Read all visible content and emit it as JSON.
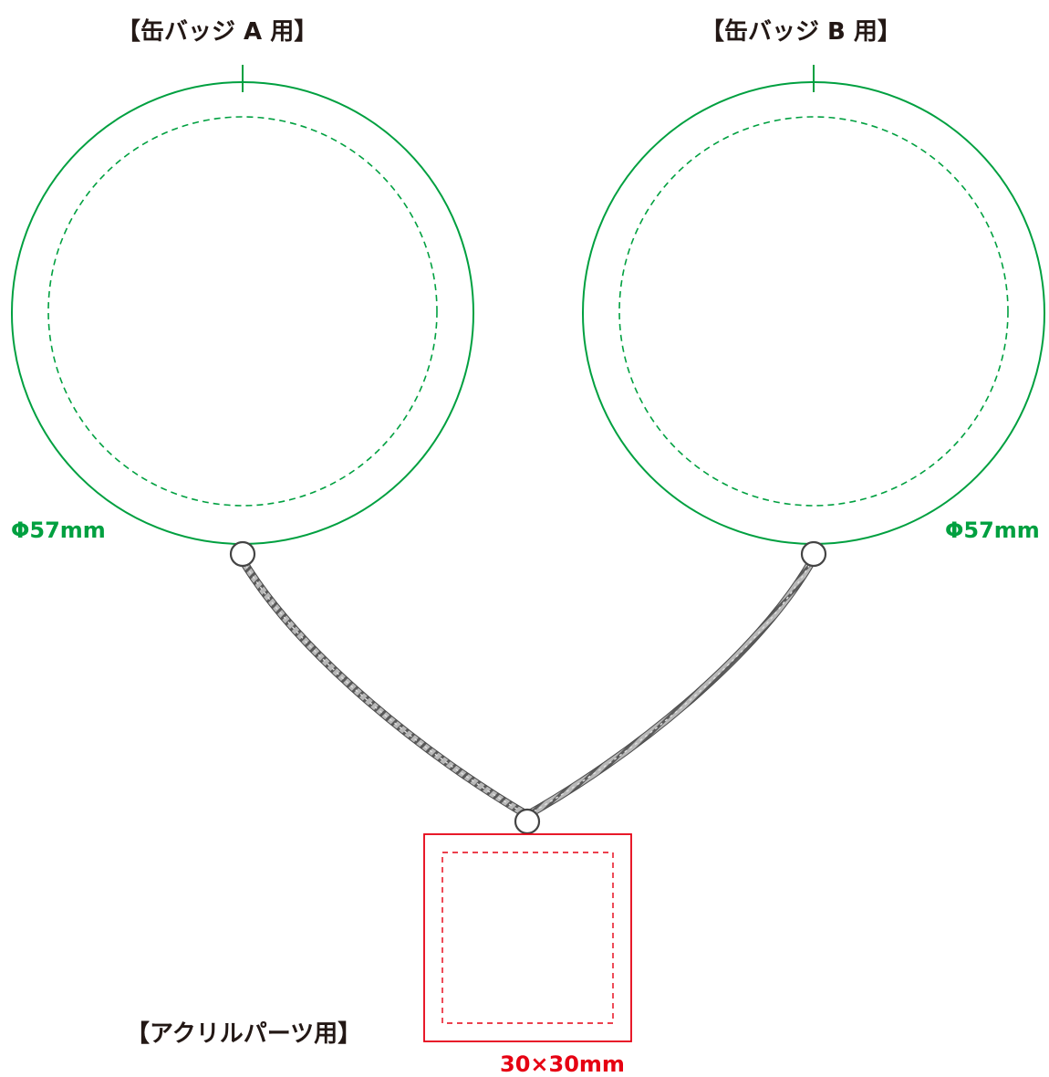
{
  "badge_a": {
    "title": "【缶バッジ A 用】",
    "dimension": "Φ57mm"
  },
  "badge_b": {
    "title": "【缶バッジ B 用】",
    "dimension": "Φ57mm"
  },
  "acrylic": {
    "title": "【アクリルパーツ用】",
    "dimension": "30×30mm"
  },
  "colors": {
    "badge_outline": "#00a040",
    "acrylic_outline": "#e60012",
    "chain": "#8a8a8a",
    "ring": "#555555",
    "text": "#231815"
  }
}
